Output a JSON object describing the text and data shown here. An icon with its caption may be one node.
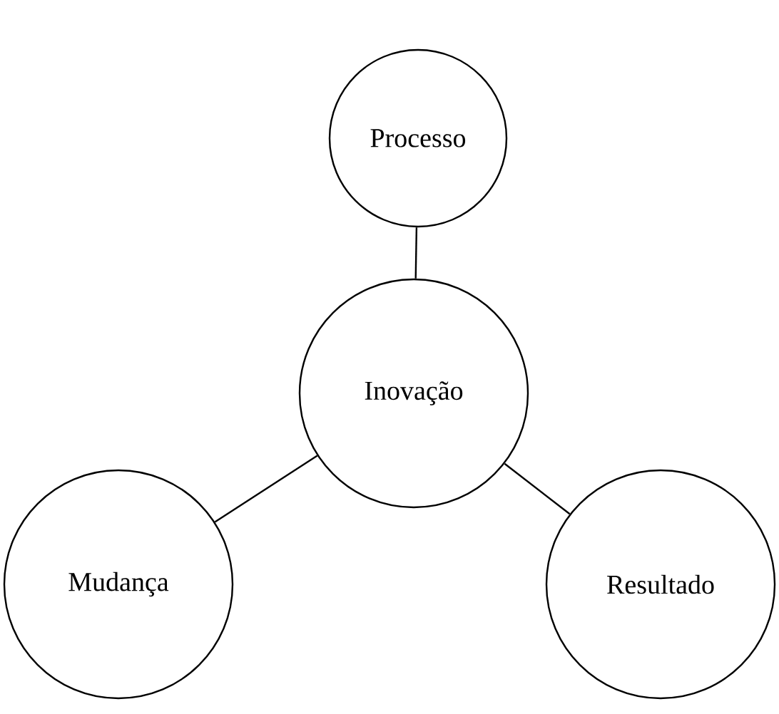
{
  "diagram": {
    "nodes": [
      {
        "text": [
          "Processo"
        ]
      },
      {
        "text": [
          "Inovação"
        ]
      },
      {
        "text": [
          "Mudança"
        ]
      },
      {
        "text": [
          "Resultado"
        ]
      }
    ],
    "edges": [
      {
        "from": 0,
        "to": 1,
        "arrow": "none"
      },
      {
        "from": 1,
        "to": 2,
        "arrow": "none"
      },
      {
        "from": 1,
        "to": 3,
        "arrow": "none"
      }
    ]
  }
}
